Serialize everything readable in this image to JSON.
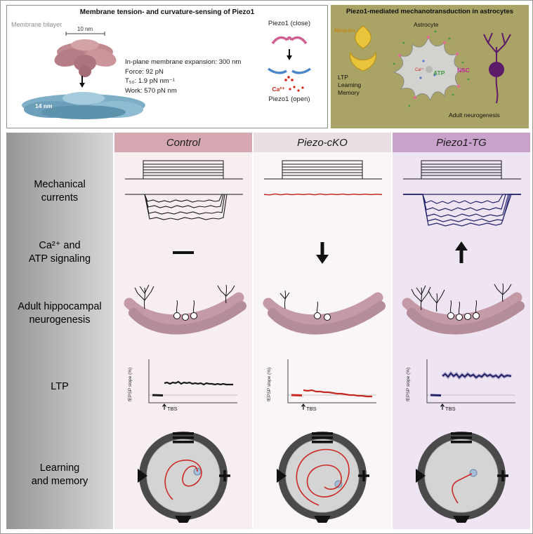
{
  "colors": {
    "panel-olive": "#a9a465",
    "control-header": "#d6a9b2",
    "cko-header": "#e7dfe3",
    "tg-header": "#c9a2cc",
    "control-bg": "#f7eef0",
    "cko-bg": "#faf6f7",
    "tg-bg": "#efe4f2",
    "control-trace": "#1a1a1a",
    "cko-trace": "#c42a23",
    "tg-trace": "#23236b",
    "path-red": "#cc2a26",
    "dg-pink": "#c49aa6",
    "dg-pink-dark": "#b58c9a",
    "atp-green": "#3f9a3c",
    "nsc-magenta": "#c2268f",
    "ca-red": "#d42313",
    "neuron-yellow": "#e8c33c",
    "nsc-purple": "#5b1b68",
    "label-grad-dark": "#959595",
    "label-grad-light": "#d8d8d8"
  },
  "top_left": {
    "title": "Membrane tension- and curvature-sensing of Piezo1",
    "membrane_label": "Membrane bilayer",
    "scale_top": "10 nm",
    "scale_open": "14 nm",
    "stats_line1": "In-plane membrane expansion: 300 nm",
    "stats_line2": "Force: 92 pN",
    "stats_line3": "T₅₀: 1.9 pN nm⁻¹",
    "stats_line4": "Work: 570 pN nm",
    "piezo_closed": "Piezo1 (close)",
    "piezo_open": "Piezo1 (open)",
    "ca_label": "Ca²⁺"
  },
  "top_right": {
    "title": "Piezo1-mediated mechanotransduction in astrocytes",
    "neuron_label": "Neuron",
    "astrocyte_label": "Astrocyte",
    "atp_label": "ATP",
    "nsc_label": "NSC",
    "ca_label": "Ca²⁺",
    "ltp_lines": [
      "LTP",
      "Learning",
      "Memory"
    ],
    "adult_neurogenesis": "Adult neurogenesis"
  },
  "matrix": {
    "columns": [
      {
        "header": "Control",
        "signaling_change": "no change"
      },
      {
        "header": "Piezo-cKO",
        "signaling_change": "decrease"
      },
      {
        "header": "Piezo1-TG",
        "signaling_change": "increase"
      }
    ],
    "rows": [
      {
        "label_lines": [
          "Mechanical",
          "currents"
        ]
      },
      {
        "label_lines": [
          "Ca²⁺ and",
          "ATP signaling"
        ]
      },
      {
        "label_lines": [
          "Adult hippocampal",
          "neurogenesis"
        ]
      },
      {
        "label_lines": [
          "LTP"
        ]
      },
      {
        "label_lines": [
          "Learning",
          "and memory"
        ]
      }
    ],
    "ltp_ylabel": "fEPSP slope (%)",
    "ltp_tbs": "TBS"
  }
}
